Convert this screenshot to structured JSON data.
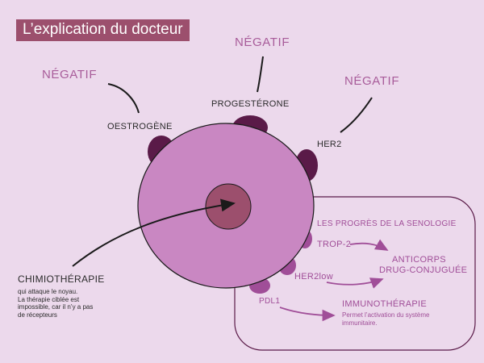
{
  "title": "L’explication du docteur",
  "receptors": {
    "oestrogene": {
      "label": "OESTROGÈNE",
      "status": "NÉGATIF"
    },
    "progesterone": {
      "label": "PROGESTÉRONE",
      "status": "NÉGATIF"
    },
    "her2": {
      "label": "HER2",
      "status": "NÉGATIF"
    }
  },
  "chemo": {
    "title": "CHIMIOTHÉRAPIE",
    "line1": "qui attaque le noyau.",
    "line2": "La thérapie ciblée est",
    "line3": "impossible, car il n’y a pas",
    "line4": "de récepteurs"
  },
  "senologie": {
    "header": "LES PROGRÈS DE LA SENOLOGIE",
    "trop2": "TROP-2",
    "her2low": "HER2low",
    "pdl1": "PDL1",
    "adc_line1": "ANTICORPS",
    "adc_line2": "DRUG-CONJUGUÉE",
    "immuno": "IMMUNOTHÉRAPIE",
    "immuno_desc1": "Permet l’activation du système",
    "immuno_desc2": "immunitaire."
  },
  "colors": {
    "background": "#ecd9ec",
    "title_bg": "#9c4f6d",
    "cell": "#c987c2",
    "nucleus": "#9c4f6d",
    "receptor": "#5a1a48",
    "accent": "#a04e98"
  }
}
